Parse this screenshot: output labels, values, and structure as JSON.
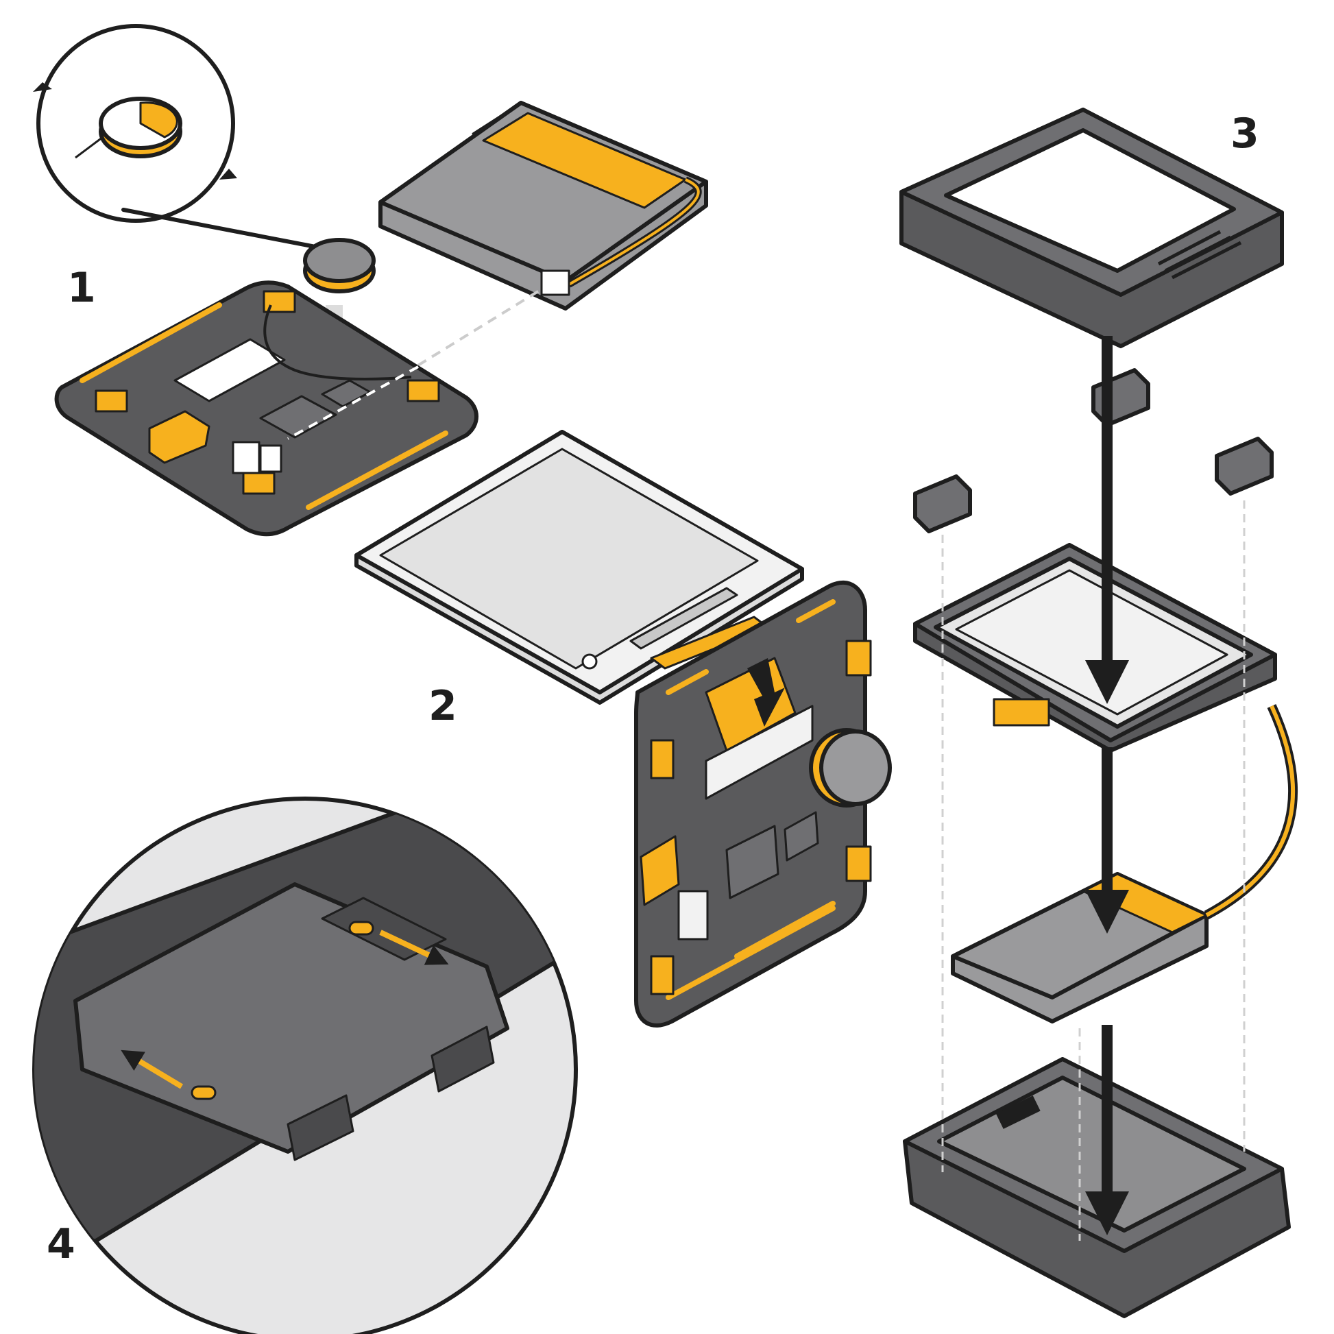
{
  "steps": [
    {
      "number": "1"
    },
    {
      "number": "2"
    },
    {
      "number": "3"
    },
    {
      "number": "4"
    }
  ],
  "colors": {
    "accent": "#f7b11e",
    "outline": "#1e1e1e",
    "board": "#5a5a5c",
    "case": "#6f6f72",
    "battery": "#9a9a9c",
    "screen": "#dcdcdc",
    "detail_bg": "#e6e6e7"
  }
}
